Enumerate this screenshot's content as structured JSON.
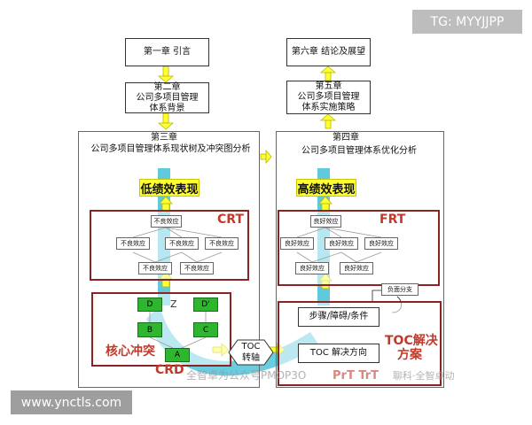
{
  "watermark_top": "TG: MYYJJPP",
  "watermark_bottom_left": "www.ynctls.com",
  "watermark_center": "全智卓为公众号PMOP3O",
  "watermark_center_right": "PrT   TrT",
  "watermark_right": "聊科·全智卓动",
  "left": {
    "ch1": "第一章  引言",
    "ch2_line1": "第二章",
    "ch2_line2": "公司多项目管理",
    "ch2_line3": "体系背景",
    "ch3_title": "第三章",
    "ch3_sub": "公司多项目管理体系现状树及冲突图分析",
    "goal": "低绩效表现",
    "crt": "CRT",
    "effect_top": "不良效应",
    "effects_mid": [
      "不良效应",
      "不良效应",
      "不良效应"
    ],
    "effects_low": [
      "不良效应",
      "不良效应"
    ],
    "core_conflict": "核心冲突",
    "crd": "CRD",
    "node_d1": "D",
    "node_d2": "D'",
    "node_b": "B",
    "node_c": "C",
    "node_a": "A",
    "zigzag": "Z"
  },
  "center": {
    "toc_line1": "TOC",
    "toc_line2": "转轴"
  },
  "right": {
    "ch6": "第六章  结论及展望",
    "ch5_line1": "第五章",
    "ch5_line2": "公司多项目管理",
    "ch5_line3": "体系实施策略",
    "ch4_title": "第四章",
    "ch4_sub": "公司多项目管理体系优化分析",
    "goal": "高绩效表现",
    "frt": "FRT",
    "effect_top": "良好效应",
    "effects_mid": [
      "良好效应",
      "良好效应",
      "良好效应"
    ],
    "effects_low": [
      "良好效应",
      "良好效应"
    ],
    "negative_branch": "负面分支",
    "steps": "步骤/障碍/条件",
    "toc_direction": "TOC 解决方向",
    "toc_solution_line1": "TOC解决",
    "toc_solution_line2": "方案"
  },
  "colors": {
    "arrow_yellow": "#ffff33",
    "cyan_flow": "#4fc3d9",
    "node_green": "#2fb62f",
    "frame_red": "#8b2323",
    "label_red": "#c0392b"
  }
}
